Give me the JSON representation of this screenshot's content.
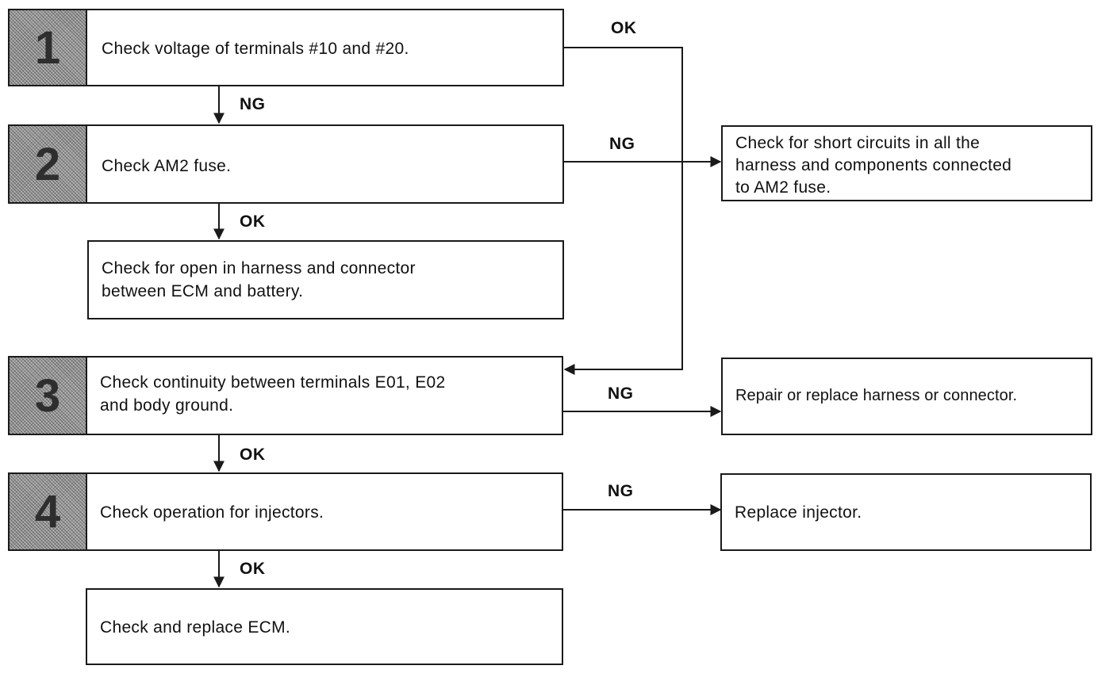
{
  "steps": [
    {
      "num": "1",
      "text": "Check voltage of terminals #10 and #20."
    },
    {
      "num": "2",
      "text": "Check AM2 fuse."
    },
    {
      "num": "3",
      "text": "Check continuity between terminals E01, E02\nand body ground."
    },
    {
      "num": "4",
      "text": "Check operation for injectors."
    }
  ],
  "results": {
    "open_harness": "Check for open in harness and connector\nbetween ECM and battery.",
    "replace_ecm": "Check and replace ECM.",
    "short_circuits": "Check for short circuits in all the\nharness and components connected\nto AM2 fuse.",
    "repair_harness": "Repair or replace harness or connector.",
    "replace_injector": "Replace injector."
  },
  "labels": {
    "s1_ok": "OK",
    "s1_ng": "NG",
    "s2_ng": "NG",
    "s2_ok": "OK",
    "s3_ng": "NG",
    "s3_ok": "OK",
    "s4_ng": "NG",
    "s4_ok": "OK"
  }
}
